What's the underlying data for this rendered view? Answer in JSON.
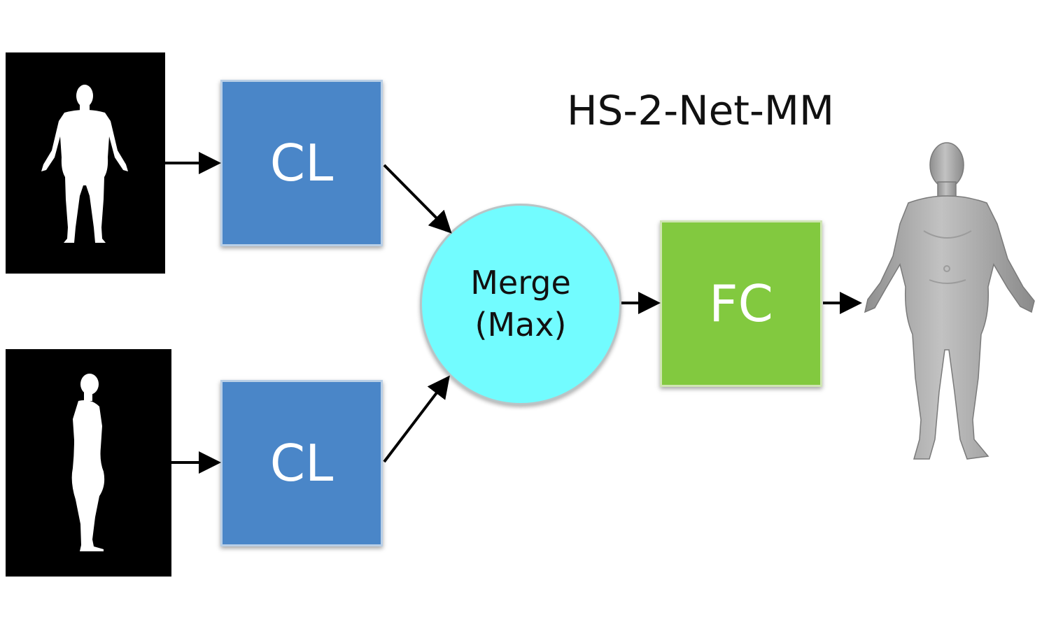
{
  "diagram": {
    "title": "HS-2-Net-MM",
    "nodes": {
      "cl_top": "CL",
      "cl_bottom": "CL",
      "merge_line1": "Merge",
      "merge_line2": "(Max)",
      "fc": "FC"
    },
    "inputs": [
      {
        "view": "frontal",
        "icon": "frontal-silhouette-icon"
      },
      {
        "view": "lateral",
        "icon": "lateral-silhouette-icon"
      }
    ],
    "output": {
      "icon": "3d-body-mesh-icon"
    },
    "colors": {
      "cl": "#4a86c8",
      "merge": "#72fcff",
      "fc": "#82c93f",
      "silhouette_bg": "#000000",
      "mesh": "#a9a9a9"
    }
  }
}
